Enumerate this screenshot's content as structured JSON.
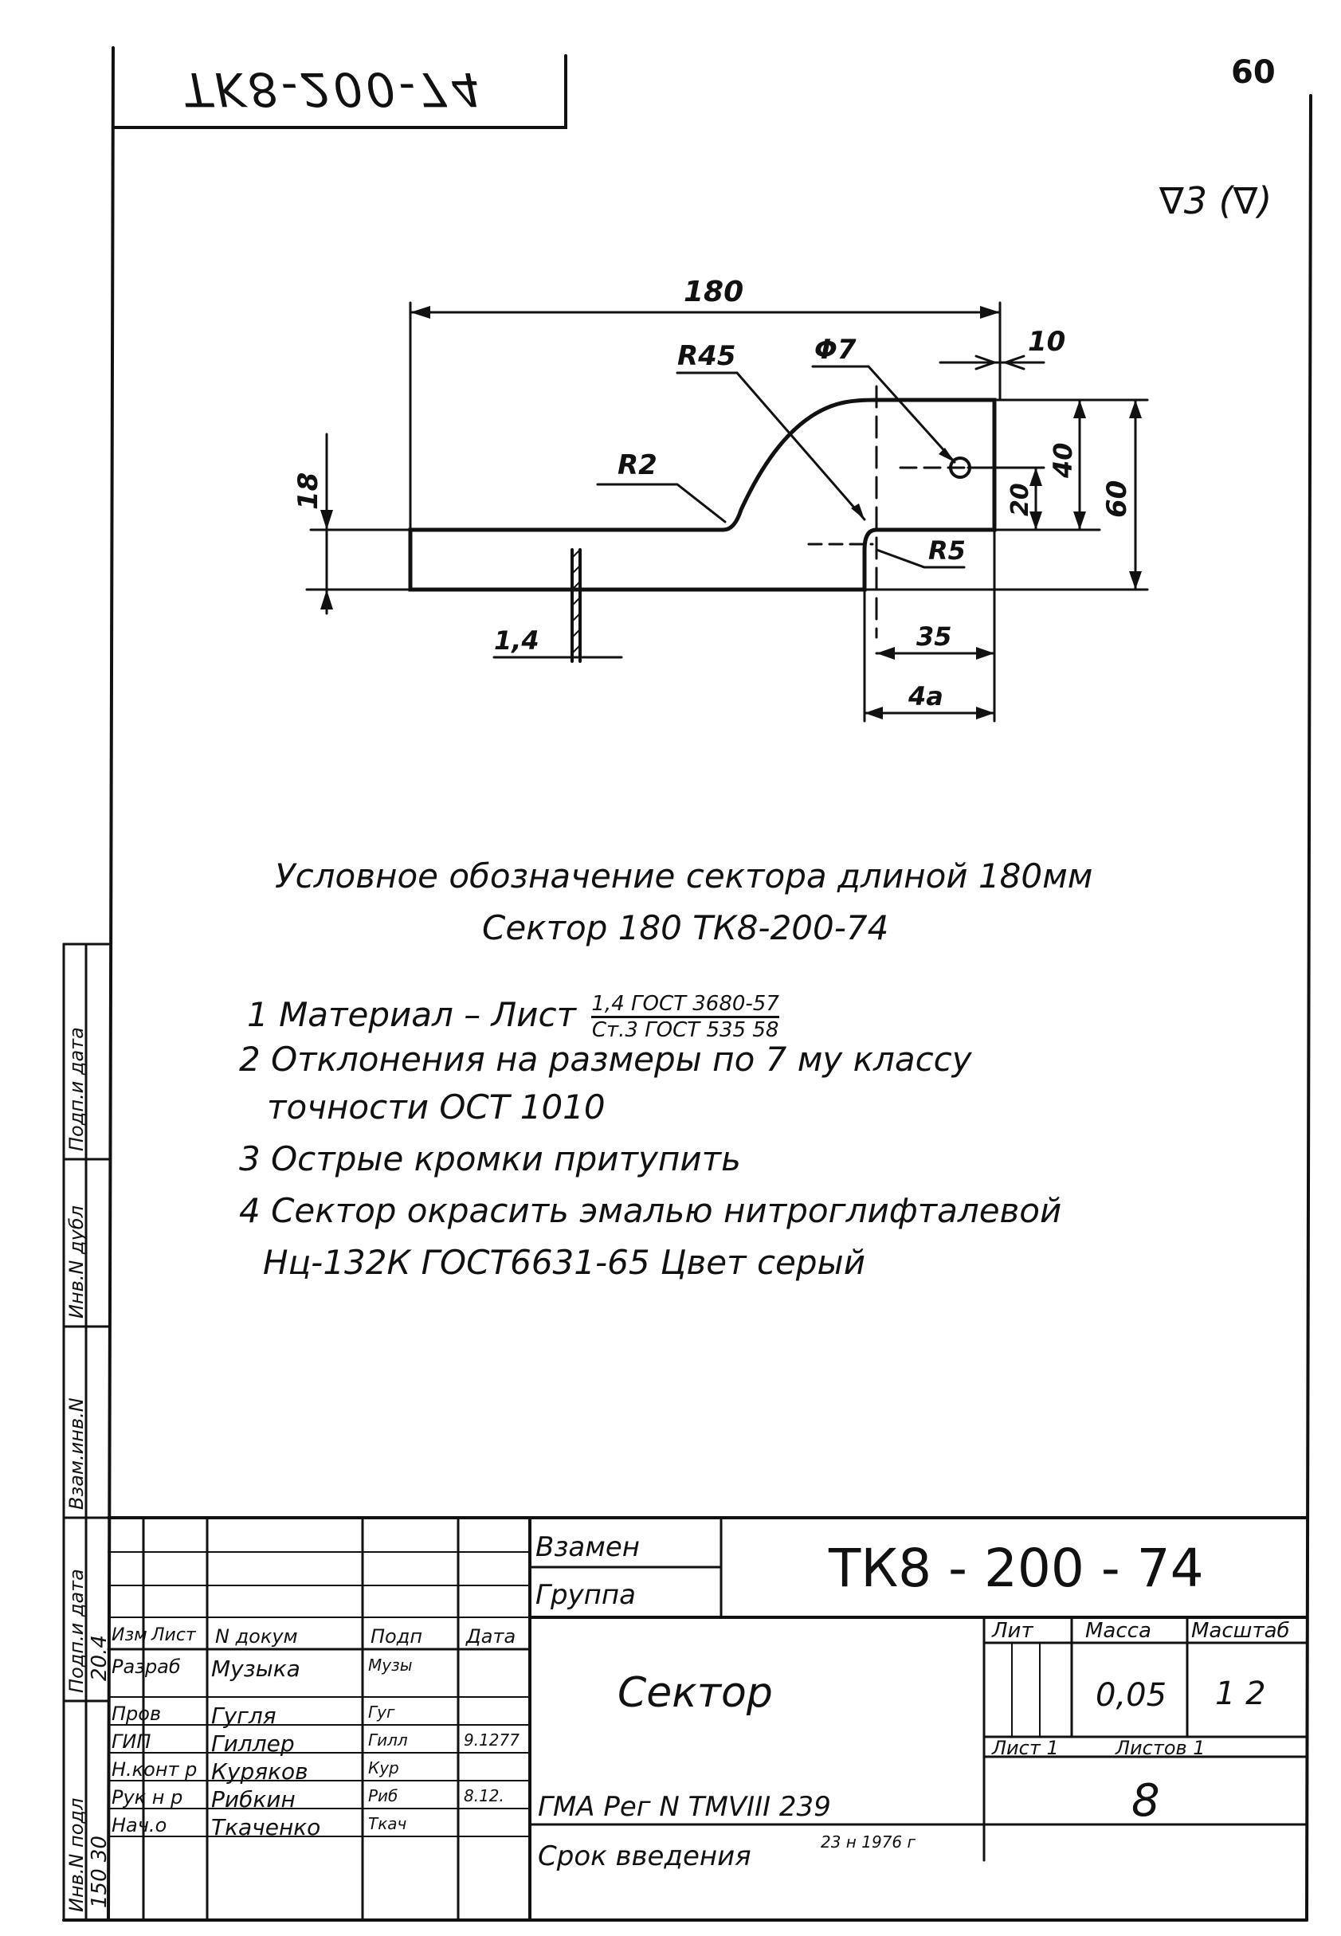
{
  "header": {
    "doc_code_flipped": "TK8-200-74",
    "page_number": "60",
    "roughness": "∇3 (∇)"
  },
  "drawing": {
    "dimensions": {
      "length": "180",
      "r45": "R45",
      "hole": "Φ7",
      "d10": "10",
      "r2": "R2",
      "h18": "18",
      "d20": "20",
      "d40": "40",
      "d60": "60",
      "r5": "R5",
      "thickness": "1,4",
      "d35": "35",
      "d40b": "4a"
    }
  },
  "notes": {
    "designation_line1": "Условное обозначение сектора длиной 180мм",
    "designation_line2": "Сектор 180 ТК8-200-74",
    "item1_prefix": "1 Материал – Лист",
    "item1_numerator": "1,4 ГОСТ 3680-57",
    "item1_denominator": "Ст.3 ГОСТ 535 58",
    "item2_line1": "2 Отклонения на размеры по 7 му классу",
    "item2_line2": "точности ОСТ 1010",
    "item3": "3 Острые кромки притупить",
    "item4_line1": "4 Сектор окрасить эмалью нитроглифталевой",
    "item4_line2": "Нц-132К ГОСТ6631-65 Цвет серый"
  },
  "side_stamp": {
    "labels": [
      "Инв.N подл",
      "Подп.и дата",
      "Взам.инв.N",
      "Инв.N дубл",
      "Подп.и дата"
    ],
    "values": [
      "150 30",
      "20.4"
    ]
  },
  "title_block": {
    "zamen": "Взамен",
    "gruppa": "Группа",
    "doc_code": "ТК8 - 200 - 74",
    "col_headers": [
      "Изм",
      "Лист",
      "N докум",
      "Подп",
      "Дата"
    ],
    "rows": [
      {
        "role": "Разраб",
        "name": "Музыка",
        "sign": "Музы",
        "date": ""
      },
      {
        "role": "Пров",
        "name": "Гугля",
        "sign": "Гуг",
        "date": ""
      },
      {
        "role": "ГИП",
        "name": "Гиллер",
        "sign": "Гилл",
        "date": "9.1277"
      },
      {
        "role": "Н.конт р",
        "name": "Куряков",
        "sign": "Кур",
        "date": ""
      },
      {
        "role": "Рук н р",
        "name": "Рибкин",
        "sign": "Риб",
        "date": "8.12."
      },
      {
        "role": "Нач.о",
        "name": "Ткаченко",
        "sign": "Ткач",
        "date": ""
      }
    ],
    "part_name": "Сектор",
    "lit_label": "Лит",
    "mass_label": "Масса",
    "scale_label": "Масштаб",
    "mass_value": "0,05",
    "scale_value": "1 2",
    "sheet_label": "Лист 1",
    "sheets_label": "Листов 1",
    "reg": "ГМА Рег N ТМVIII 239",
    "term": "Срок введения",
    "term_value": "23 н 1976 г",
    "bottom_number": "8"
  }
}
